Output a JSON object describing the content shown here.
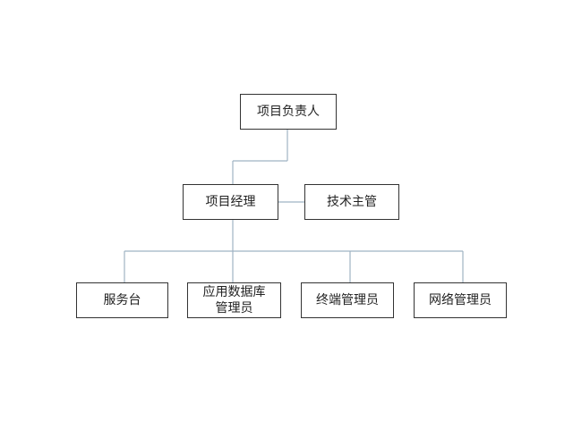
{
  "org_chart": {
    "root": {
      "label": "项目负责人"
    },
    "manager": {
      "label": "项目经理"
    },
    "side": {
      "label": "技术主管"
    },
    "staff": [
      {
        "lines": [
          "服务台"
        ]
      },
      {
        "lines": [
          "应用数据库",
          "管理员"
        ]
      },
      {
        "lines": [
          "终端管理员"
        ]
      },
      {
        "lines": [
          "网络管理员"
        ]
      }
    ]
  },
  "colors": {
    "connector": "#9fb3c3",
    "box_border": "#333333",
    "text": "#222222",
    "background": "#ffffff"
  }
}
